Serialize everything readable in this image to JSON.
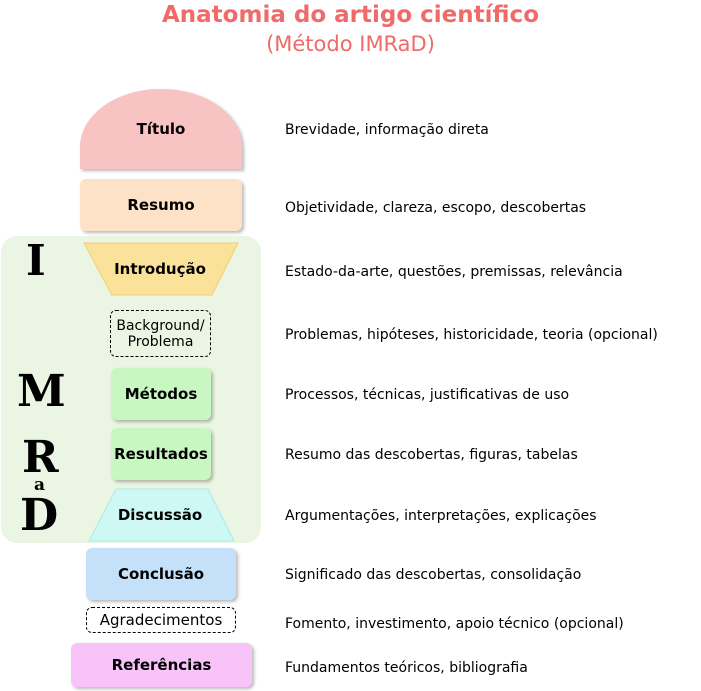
{
  "title": "Anatomia do artigo científico",
  "subtitle": "(Método IMRaD)",
  "imrad_letters": {
    "i": "I",
    "m": "M",
    "r": "R",
    "a": "a",
    "d": "D"
  },
  "sections": {
    "titulo": {
      "label": "Título",
      "desc": "Brevidade, informação direta"
    },
    "resumo": {
      "label": "Resumo",
      "desc": "Objetividade, clareza, escopo, descobertas"
    },
    "introducao": {
      "label": "Introdução",
      "desc": "Estado-da-arte, questões, premissas, relevância"
    },
    "background": {
      "label_line1": "Background/",
      "label_line2": "Problema",
      "desc": "Problemas, hipóteses, historicidade, teoria (opcional)"
    },
    "metodos": {
      "label": "Métodos",
      "desc": "Processos, técnicas, justificativas de uso"
    },
    "resultados": {
      "label": "Resultados",
      "desc": "Resumo das descobertas, figuras, tabelas"
    },
    "discussao": {
      "label": "Discussão",
      "desc": "Argumentações, interpretações, explicações"
    },
    "conclusao": {
      "label": "Conclusão",
      "desc": "Significado das descobertas, consolidação"
    },
    "agradecimentos": {
      "label": "Agradecimentos",
      "desc": "Fomento, investimento, apoio técnico (opcional)"
    },
    "referencias": {
      "label": "Referências",
      "desc": "Fundamentos teóricos, bibliografia"
    }
  },
  "colors": {
    "title": "#f06a6a",
    "imrad_panel": "#ebf5e3",
    "titulo": "#f8c3c3",
    "resumo": "#fde2c8",
    "introducao": "#fbe29b",
    "metodos_resultados": "#c9f7c1",
    "discussao": "#cdf8f4",
    "conclusao": "#c5e0f9",
    "referencias": "#f8c3f8"
  }
}
